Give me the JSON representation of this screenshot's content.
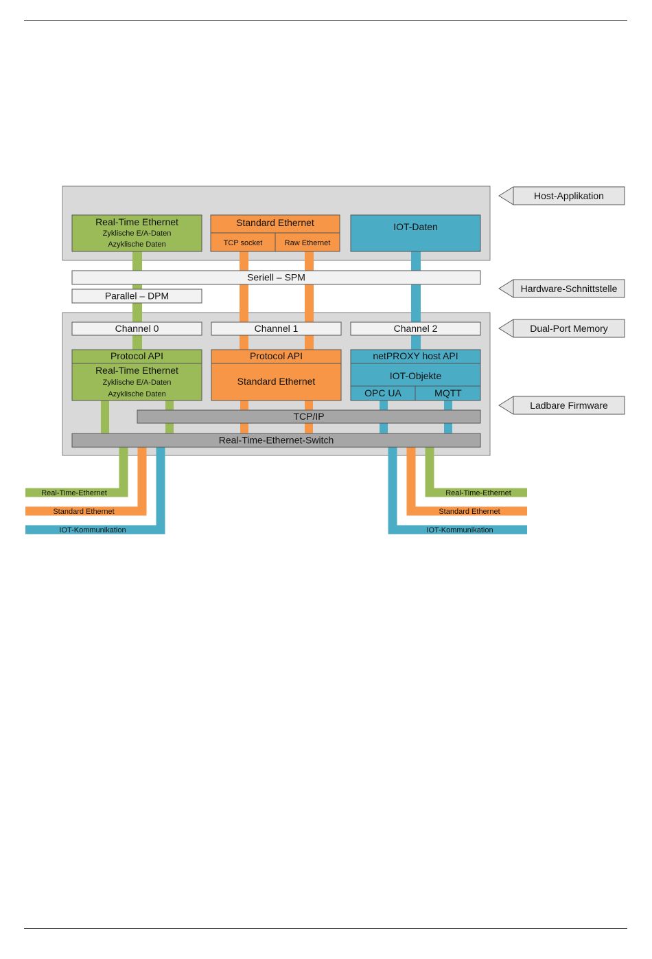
{
  "colors": {
    "rte": "#9bbb59",
    "std": "#f79646",
    "iot": "#4bacc6",
    "panel": "#d9d9d9",
    "gray_bar": "#a6a6a6",
    "white_box": "#f2f2f2"
  },
  "host": {
    "rte_title": "Real-Time Ethernet",
    "rte_line1": "Zyklische E/A-Daten",
    "rte_line2": "Azyklische Daten",
    "std_title": "Standard Ethernet",
    "tcp_socket": "TCP socket",
    "raw_ethernet": "Raw Ethernet",
    "iot_data": "IOT-Daten"
  },
  "interfaces": {
    "serial": "Seriell – SPM",
    "parallel": "Parallel – DPM"
  },
  "channels": [
    "Channel 0",
    "Channel 1",
    "Channel 2"
  ],
  "firmware": {
    "protocol_api_0": "Protocol API",
    "rte_title": "Real-Time Ethernet",
    "rte_line1": "Zyklische E/A-Daten",
    "rte_line2": "Azyklische Daten",
    "protocol_api_1": "Protocol API",
    "std_ethernet": "Standard Ethernet",
    "netproxy": "netPROXY host API",
    "iot_objects": "IOT-Objekte",
    "opc_ua": "OPC UA",
    "mqtt": "MQTT",
    "tcpip": "TCP/IP",
    "switch": "Real-Time-Ethernet-Switch"
  },
  "ports": {
    "left": [
      "Real-Time-Ethernet",
      "Standard Ethernet",
      "IOT-Kommunikation"
    ],
    "right": [
      "Real-Time-Ethernet",
      "Standard Ethernet",
      "IOT-Kommunikation"
    ]
  },
  "layer_labels": [
    "Host-Applikation",
    "Hardware-Schnittstelle",
    "Dual-Port Memory",
    "Ladbare Firmware"
  ]
}
